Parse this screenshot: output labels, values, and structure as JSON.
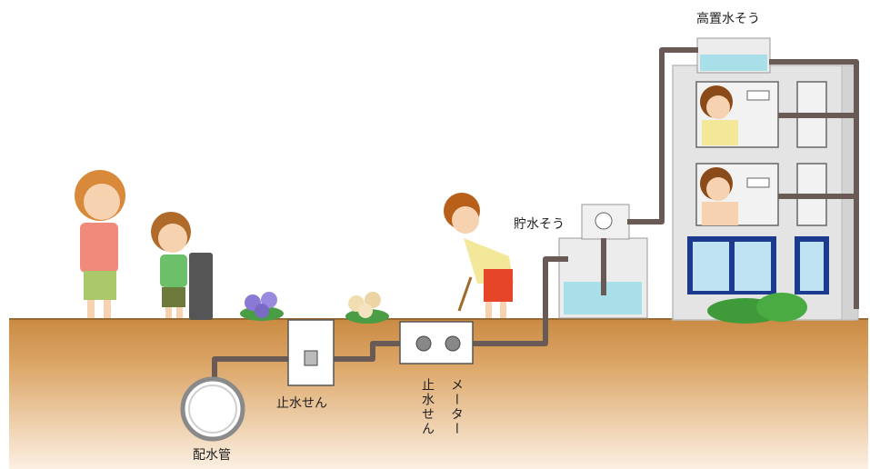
{
  "labels": {
    "elevated_tank": "高置水そう",
    "storage_tank": "貯水そう",
    "stop_valve_left": "止水せん",
    "stop_valve_right": "止水せん",
    "meter": "メーター",
    "distribution_main": "配水管"
  },
  "colors": {
    "ground": "#d59a55",
    "ground_deep": "#c88a44",
    "pipe": "#6a5a55",
    "building": "#e9e9e9",
    "water": "#a9dfe9"
  }
}
